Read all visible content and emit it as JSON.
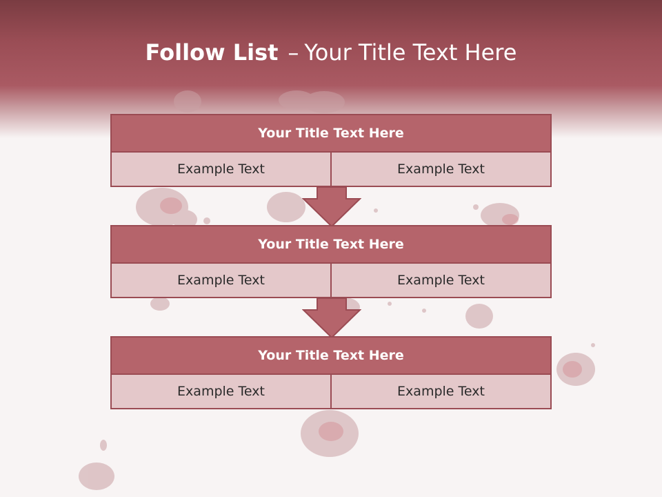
{
  "slide": {
    "title_bold": "Follow List",
    "title_dash": "–",
    "title_rest": "Your Title Text Here"
  },
  "blocks": [
    {
      "title": "Your Title Text Here",
      "left": "Example Text",
      "right": "Example Text"
    },
    {
      "title": "Your Title Text Here",
      "left": "Example Text",
      "right": "Example Text"
    },
    {
      "title": "Your Title Text Here",
      "left": "Example Text",
      "right": "Example Text"
    }
  ],
  "colors": {
    "header": "#aa5a63",
    "block_title": "#b5646b",
    "block_cell": "#e4c8ca",
    "border": "#9a4b53",
    "background": "#f8f4f4"
  }
}
